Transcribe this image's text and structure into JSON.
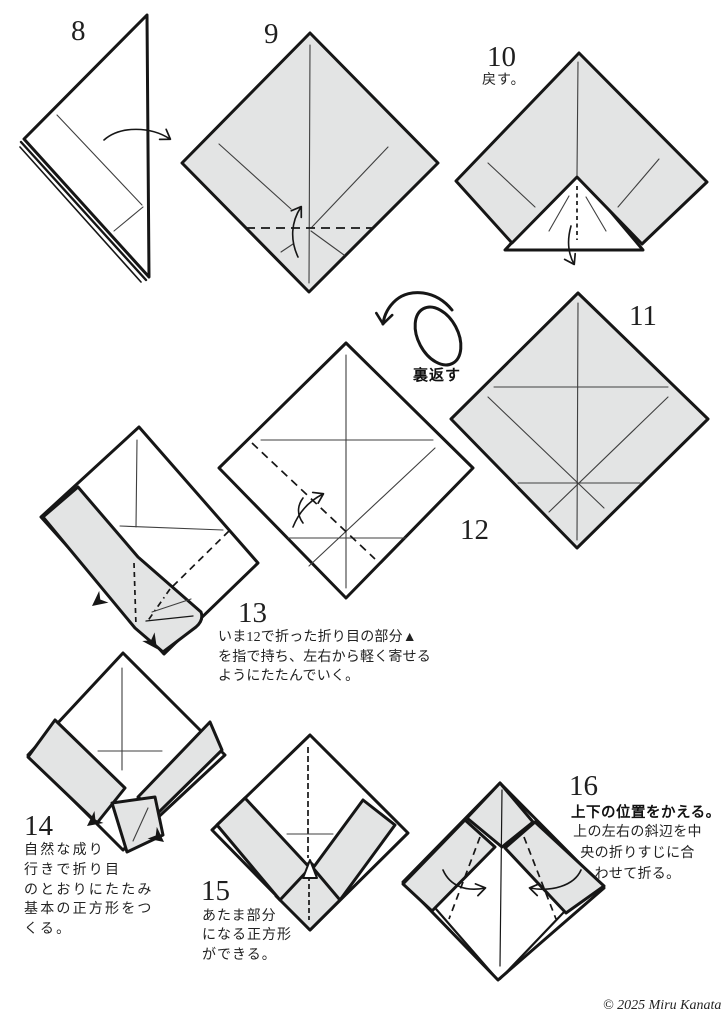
{
  "page_type": "origami-instruction-page",
  "colors": {
    "paper_gray": "#e3e4e4",
    "ink": "#161616",
    "crease": "#3f3f3f"
  },
  "flip_note": "裏返す",
  "copyright": "© 2025 Miru Kanata",
  "steps": [
    {
      "id": "8",
      "number": "8"
    },
    {
      "id": "9",
      "number": "9"
    },
    {
      "id": "10",
      "number": "10",
      "caption": "戻す。"
    },
    {
      "id": "11",
      "number": "11"
    },
    {
      "id": "12",
      "number": "12"
    },
    {
      "id": "13",
      "number": "13",
      "caption_lines": [
        "いま12で折った折り目の部分▲",
        "を指で持ち、左右から軽く寄せる",
        "ようにたたんでいく。"
      ]
    },
    {
      "id": "14",
      "number": "14",
      "caption_lines": [
        "自然な成り",
        "行きで折り目",
        "のとおりにたたみ",
        "基本の正方形をつ",
        "くる。"
      ]
    },
    {
      "id": "15",
      "number": "15",
      "caption_lines": [
        "あたま部分",
        "になる正方形",
        "ができる。"
      ]
    },
    {
      "id": "16",
      "number": "16",
      "caption_bold": "上下の位置をかえる。",
      "caption_lines": [
        "上の左右の斜辺を中",
        "央の折りすじに合",
        "わせて折る。"
      ]
    }
  ]
}
